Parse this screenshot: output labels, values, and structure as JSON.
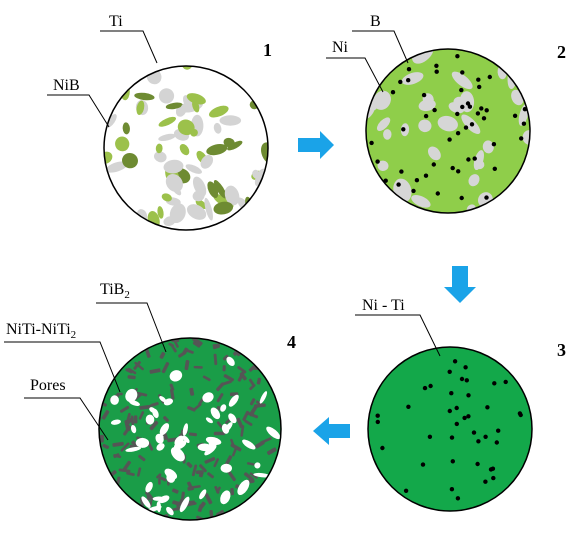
{
  "stages": [
    {
      "number": "1",
      "labels": {
        "ti": "Ti",
        "nib": "NiB"
      }
    },
    {
      "number": "2",
      "labels": {
        "b": "B",
        "ni": "Ni"
      }
    },
    {
      "number": "3",
      "labels": {
        "niti": "Ni - Ti"
      }
    },
    {
      "number": "4",
      "labels": {
        "tib2_base": "TiB",
        "tib2_sub": "2",
        "phase_a": "NiTi-NiTi",
        "phase_sub": "2",
        "pores": "Pores"
      }
    }
  ],
  "colors": {
    "stage1_bg": "#ffffff",
    "stage1_particles_light": "#9cc14b",
    "stage1_particles_dark": "#6e8b32",
    "stage1_particles_gray": "#d4d4d4",
    "stage2_bg": "#8fce4a",
    "stage2_ellipses": "#d6d6d6",
    "stage3_bg": "#13a84a",
    "stage4_bg": "#1a9d48",
    "stage4_particles": "#555555",
    "dots": "#000000",
    "pores": "#ffffff",
    "arrows": "#1aa3e8"
  },
  "arrows": [
    "right",
    "down",
    "left"
  ]
}
